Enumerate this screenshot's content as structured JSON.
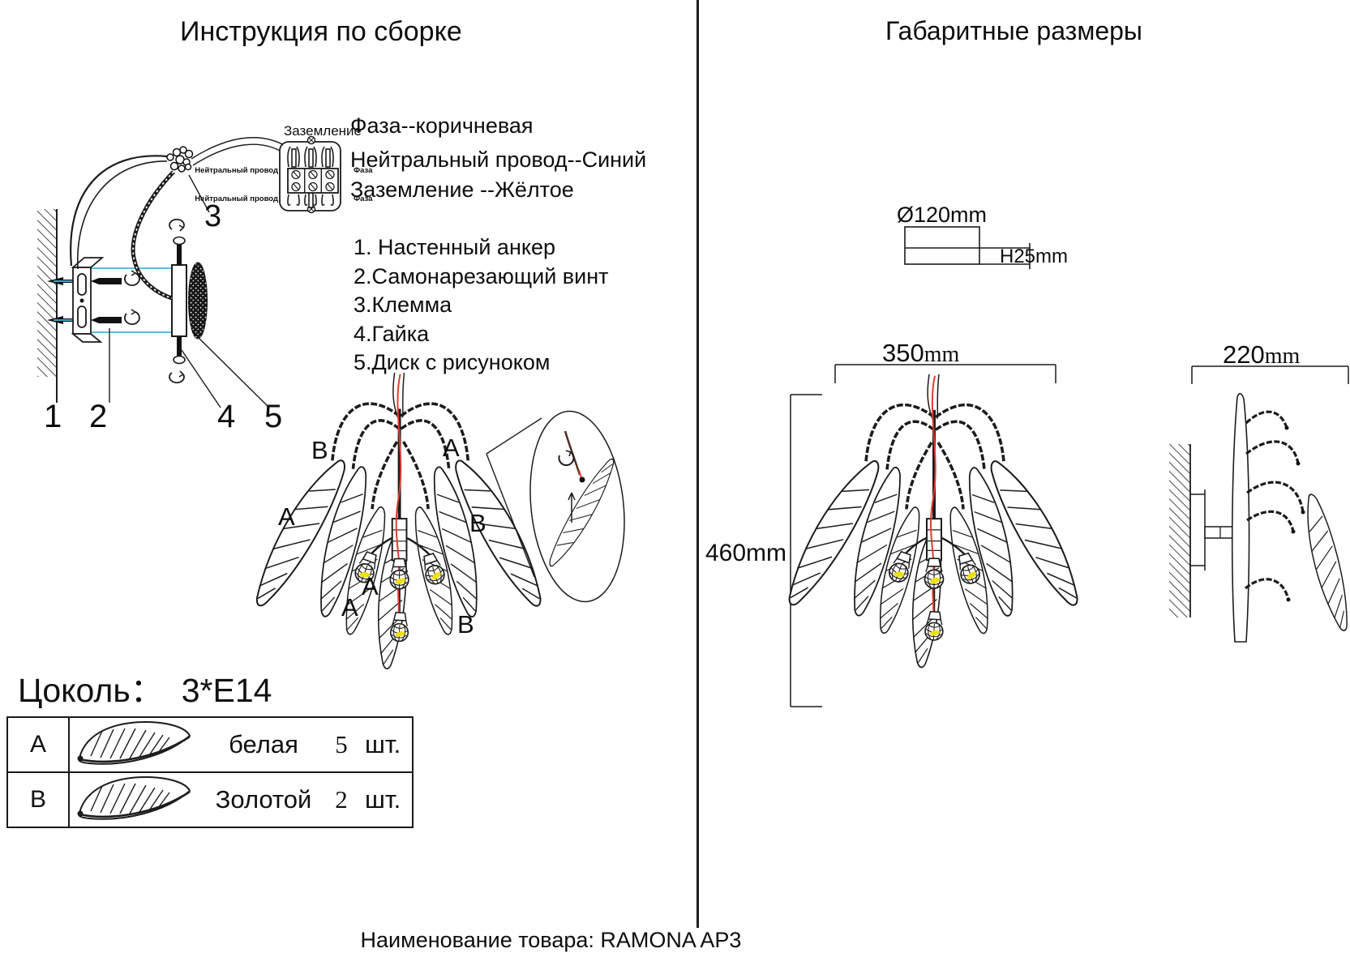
{
  "page": {
    "left_title": "Инструкция по сборке",
    "right_title": "Габаритные размеры",
    "footer": "Наименование товара: RAMONA AP3"
  },
  "wiring": {
    "ground_label": "Заземление",
    "neutral_top": "Нейтральный провод",
    "neutral_bottom": "Нейтральный провод",
    "phase_top": "Фаза",
    "phase_bottom": "Фаза",
    "legend": [
      "Фаза--коричневая",
      "Нейтральный провод--Синий",
      "Заземление --Жёлтое"
    ]
  },
  "parts_list": [
    "1. Настенный анкер",
    "2.Самонарезающий винт",
    "3.Клемма",
    "4.Гайка",
    "5.Диск с рисуноком"
  ],
  "callouts": [
    "1",
    "2",
    "3",
    "4",
    "5"
  ],
  "lamp_labels": [
    "B",
    "A",
    "A",
    "B",
    "A",
    "A",
    "B"
  ],
  "socket": {
    "label": "Цоколь：",
    "value": "3*E14"
  },
  "leaf_table": {
    "rows": [
      {
        "letter": "A",
        "color": "белая",
        "qty": "5",
        "unit": "шт."
      },
      {
        "letter": "B",
        "color": "Золотой",
        "qty": "2",
        "unit": "шт."
      }
    ]
  },
  "dims": {
    "diameter": "Ø120mm",
    "plate_height": "H25mm",
    "front_width": "350",
    "front_width_unit": "mm",
    "front_height": "460mm",
    "side_depth": "220",
    "side_depth_unit": "mm"
  },
  "colors": {
    "cyan_guide": "#3bb9db",
    "red_wire": "#e23b30",
    "bulb_yellow": "#efe009"
  }
}
